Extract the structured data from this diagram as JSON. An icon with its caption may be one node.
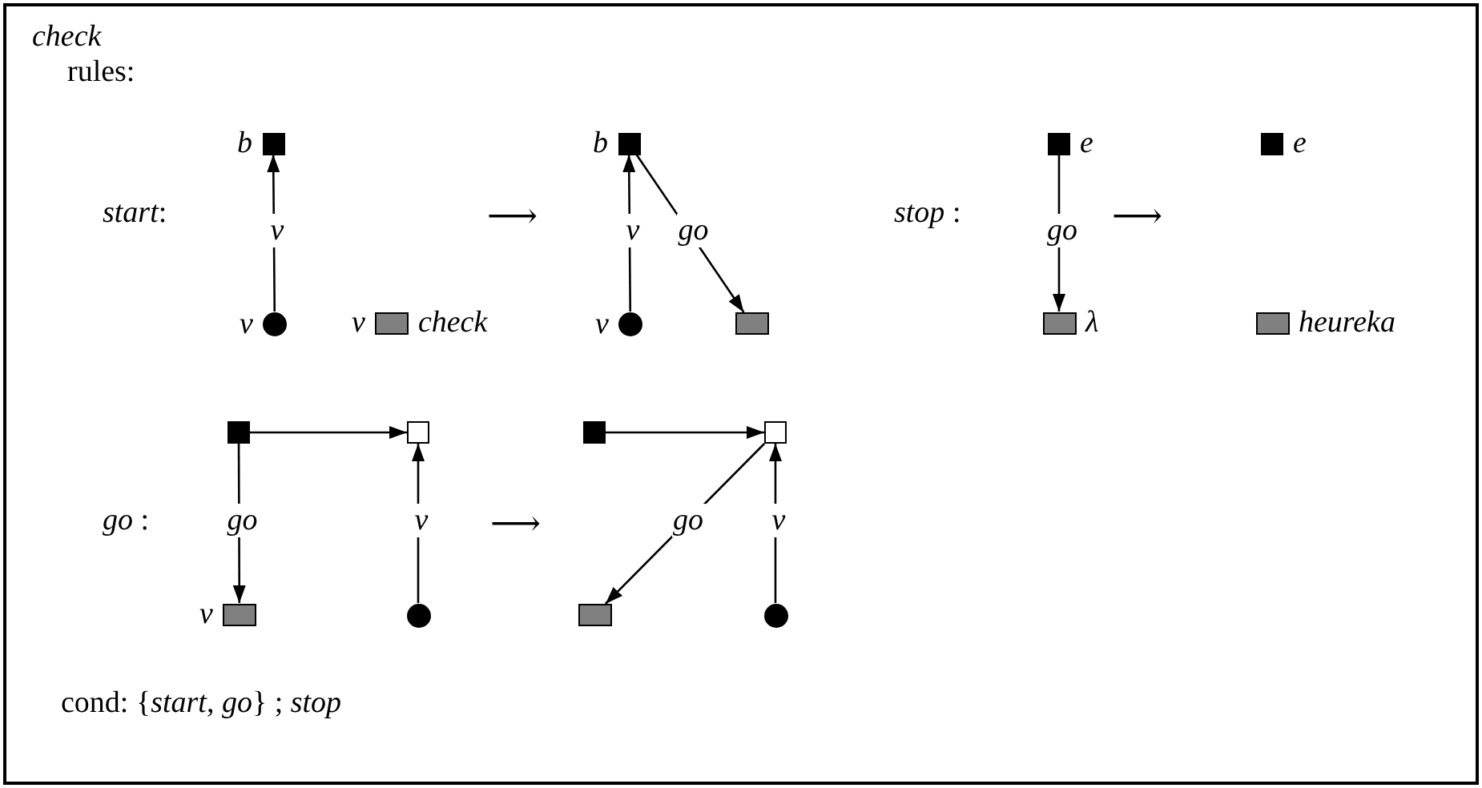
{
  "diagram": {
    "title": "check",
    "nodes": [
      {
        "text": [
          "b"
        ]
      },
      {
        "text": [
          "v"
        ]
      },
      {
        "text": [
          "v",
          "check"
        ]
      },
      {
        "text": [
          "b"
        ]
      },
      {
        "text": [
          "v"
        ]
      },
      {
        "text": [],
        "shape": "box"
      },
      {
        "text": [
          "e"
        ]
      },
      {
        "text": [
          "λ"
        ]
      },
      {
        "text": [
          "e"
        ]
      },
      {
        "text": [
          "heureka"
        ]
      },
      {
        "text": [],
        "shape": "square"
      },
      {
        "text": [],
        "shape": "square"
      },
      {
        "text": [
          "v"
        ]
      },
      {
        "text": [],
        "shape": "circle"
      },
      {
        "text": [],
        "shape": "square"
      },
      {
        "text": [],
        "shape": "square"
      },
      {
        "text": [],
        "shape": "box"
      },
      {
        "text": [],
        "shape": "circle"
      }
    ],
    "edges": [
      {
        "from": 1,
        "to": 0,
        "arrow": "to",
        "label": "v"
      },
      {
        "from": 4,
        "to": 3,
        "arrow": "to",
        "label": "v"
      },
      {
        "from": 3,
        "to": 5,
        "arrow": "to",
        "label": "go"
      },
      {
        "from": 6,
        "to": 7,
        "arrow": "to",
        "label": "go"
      },
      {
        "from": 10,
        "to": 11,
        "arrow": "to"
      },
      {
        "from": 10,
        "to": 12,
        "arrow": "to",
        "label": "go"
      },
      {
        "from": 13,
        "to": 11,
        "arrow": "to",
        "label": "v"
      },
      {
        "from": 14,
        "to": 15,
        "arrow": "to"
      },
      {
        "from": 15,
        "to": 16,
        "arrow": "to",
        "label": "go"
      },
      {
        "from": 17,
        "to": 15,
        "arrow": "to",
        "label": "v"
      }
    ],
    "labels": [
      "rules:",
      "*start*:",
      "⟶",
      "*stop* :",
      "⟶",
      "*go* :",
      "⟶",
      "cond: {*start*, *go*} ; *stop*"
    ]
  }
}
